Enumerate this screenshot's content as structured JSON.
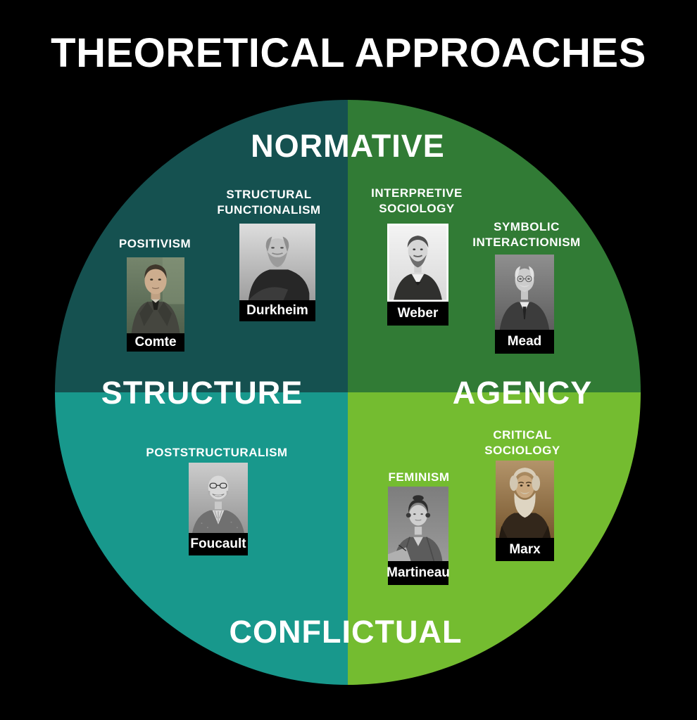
{
  "title": "THEORETICAL APPROACHES",
  "axis_labels": {
    "top": "NORMATIVE",
    "bottom": "CONFLICTUAL",
    "left": "STRUCTURE",
    "right": "AGENCY"
  },
  "colors": {
    "background": "#000000",
    "quadrant_top_left": "#155150",
    "quadrant_top_right": "#317B35",
    "quadrant_bottom_left": "#18988C",
    "quadrant_bottom_right": "#74BC30",
    "axis_text": "#FFFFFF",
    "theory_label_text": "#FFFFFF",
    "name_strip_background": "#000000",
    "name_strip_text": "#FFFFFF"
  },
  "theories": {
    "positivism": {
      "label": "POSITIVISM",
      "person": "Comte"
    },
    "structural_functionalism": {
      "label": "STRUCTURAL\nFUNCTIONALISM",
      "person": "Durkheim"
    },
    "interpretive_sociology": {
      "label": "INTERPRETIVE\nSOCIOLOGY",
      "person": "Weber"
    },
    "symbolic_interactionism": {
      "label": "SYMBOLIC\nINTERACTIONISM",
      "person": "Mead"
    },
    "poststructuralism": {
      "label": "POSTSTRUCTURALISM",
      "person": "Foucault"
    },
    "critical_sociology": {
      "label": "CRITICAL\nSOCIOLOGY",
      "person": "Marx"
    },
    "feminism": {
      "label": "FEMINISM",
      "person": "Martineau"
    }
  }
}
